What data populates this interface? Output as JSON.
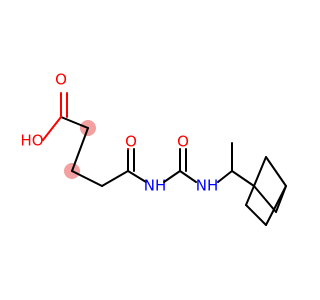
{
  "molecule": {
    "colors": {
      "carbon": "#000000",
      "oxygen": "#ff0000",
      "nitrogen": "#0000ff",
      "highlight": "#f2a0a0"
    },
    "labels": {
      "hydroxyl": "HO",
      "acid_oxygen": "O",
      "amide_oxygen": "O",
      "urea_oxygen": "O",
      "imide_nitrogen": "NH",
      "amine_nitrogen": "NH"
    }
  }
}
